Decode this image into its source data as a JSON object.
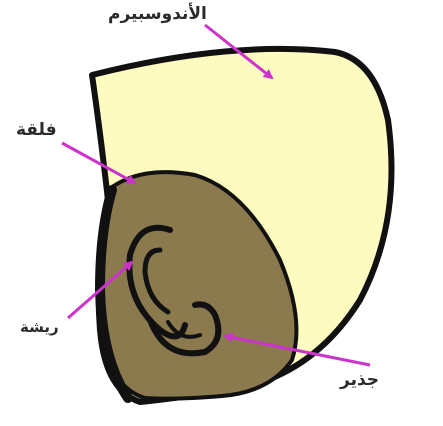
{
  "diagram": {
    "labels": {
      "endosperm": "الأندوسبيرم",
      "cotyledon": "فلقة",
      "plumule": "ريشة",
      "radicle": "جذير"
    },
    "colors": {
      "endosperm_fill": "#fdfbbf",
      "embryo_fill": "#8c7a4f",
      "outline": "#111111",
      "arrow": "#cc33cc"
    }
  }
}
